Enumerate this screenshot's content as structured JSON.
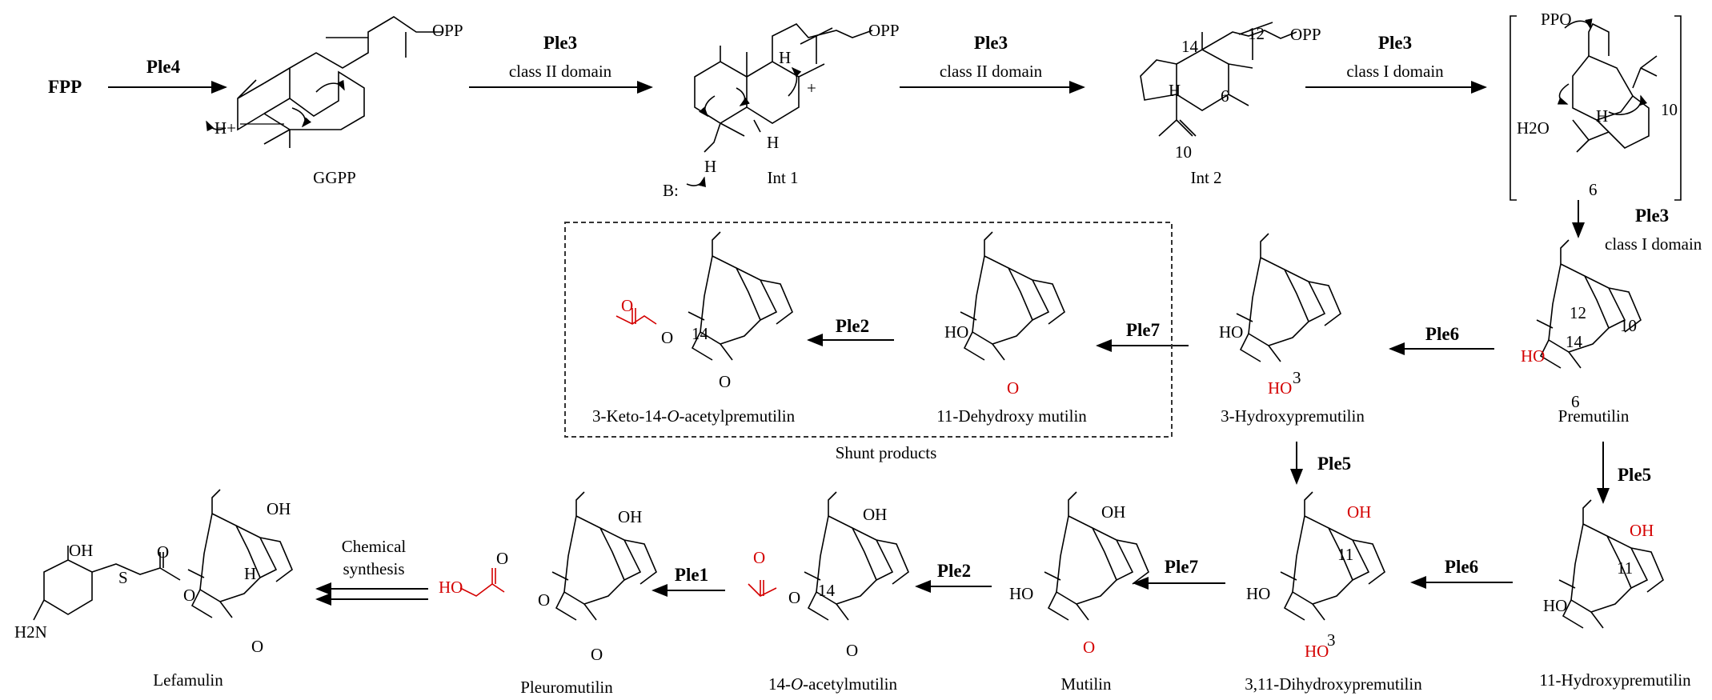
{
  "reagents": {
    "ple4": "Ple4",
    "ple3_a": "Ple3",
    "class2_a": "class II domain",
    "ple3_b": "Ple3",
    "class2_b": "class II domain",
    "ple3_c": "Ple3",
    "class1_a": "class I domain",
    "ple3_d": "Ple3",
    "class1_b": "class I domain",
    "ple2_top": "Ple2",
    "ple7_top": "Ple7",
    "ple6_top": "Ple6",
    "ple5_left": "Ple5",
    "ple5_right": "Ple5",
    "ple1": "Ple1",
    "ple2_bottom": "Ple2",
    "ple7_bottom": "Ple7",
    "ple6_bottom": "Ple6",
    "chem_1": "Chemical",
    "chem_2": "synthesis"
  },
  "compounds": {
    "fpp": "FPP",
    "ggpp": "GGPP",
    "int1": "Int 1",
    "int2": "Int 2",
    "premutilin": "Premutilin",
    "hydroxy3": "3-Hydroxypremutilin",
    "dehydroxy11": "11-Dehydroxy mutilin",
    "keto3": "3-Keto-14-",
    "keto3_o": "O",
    "keto3_end": "-acetylpremutilin",
    "hydroxy11": "11-Hydroxypremutilin",
    "dihydroxy": "3,11-Dihydroxypremutilin",
    "mutilin": "Mutilin",
    "acetyl14": "14-",
    "acetyl14_o": "O",
    "acetyl14_end": "-acetylmutilin",
    "pleuromutilin": "Pleuromutilin",
    "lefamulin": "Lefamulin",
    "shunt": "Shunt products"
  },
  "atoms": {
    "opp1": "OPP",
    "opp2": "OPP",
    "opp3": "OPP",
    "ppo": "PPO",
    "h_plus": "H+",
    "h_int1a": "H",
    "h_int1b": "H",
    "h_int1c": "H",
    "b_base": "B:",
    "plus": "+",
    "h_int2": "H",
    "n14": "14",
    "n12": "12",
    "n6": "6",
    "n10": "10",
    "h2o": "H2O",
    "h_ts": "H",
    "n10b": "10",
    "n6b": "6",
    "prem_ho": "HO",
    "prem_12": "12",
    "prem_10": "10",
    "prem_14": "14",
    "prem_6": "6",
    "h3_ho": "HO",
    "h3_ho3": "HO",
    "h3_3": "3",
    "dh_ho": "HO",
    "dh_o": "O",
    "k_14": "14",
    "k_o": "O",
    "k_o2": "O",
    "k_oket": "O",
    "h11_oh": "OH",
    "h11_11": "11",
    "h11_ho": "HO",
    "dih_oh": "OH",
    "dih_11": "11",
    "dih_ho": "HO",
    "dih_ho3": "HO",
    "dih_3": "3",
    "mut_oh": "OH",
    "mut_ho": "HO",
    "mut_o": "O",
    "ac_oh": "OH",
    "ac_o": "O",
    "ac_o2": "O",
    "ac_14": "14",
    "ac_oket": "O",
    "pl_oh": "OH",
    "pl_ho": "HO",
    "pl_o": "O",
    "pl_o2": "O",
    "pl_oket": "O",
    "lf_oh": "OH",
    "lf_oh2": "OH",
    "lf_s": "S",
    "lf_o": "O",
    "lf_o2": "O",
    "lf_h": "H",
    "lf_h2n": "H2N",
    "lf_oket": "O"
  },
  "colors": {
    "highlight": "#d40000",
    "ink": "#000000"
  }
}
